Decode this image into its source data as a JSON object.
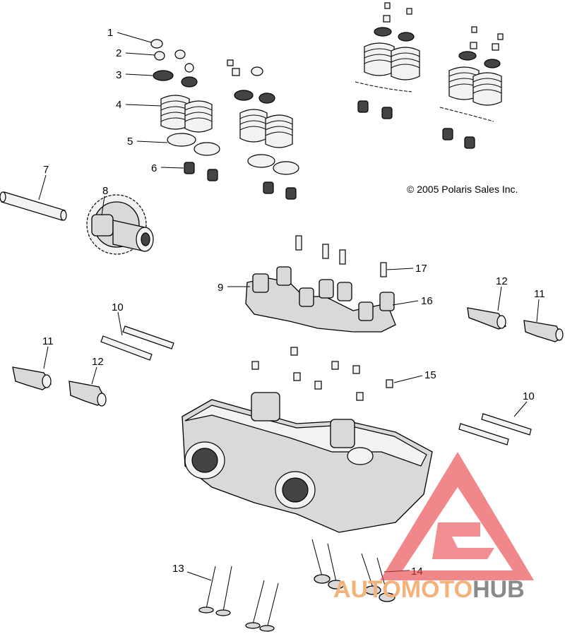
{
  "copyright": "© 2005 Polaris Sales Inc.",
  "callouts": {
    "c1": "1",
    "c2": "2",
    "c3": "3",
    "c4": "4",
    "c5": "5",
    "c6": "6",
    "c7": "7",
    "c8": "8",
    "c9": "9",
    "c10a": "10",
    "c10b": "10",
    "c11a": "11",
    "c11b": "11",
    "c12a": "12",
    "c12b": "12",
    "c13": "13",
    "c14": "14",
    "c15": "15",
    "c16": "16",
    "c17": "17"
  },
  "watermark": {
    "part1": "AUTOMOTO",
    "part2": "HUB",
    "colors": {
      "triangle": "#e8434a",
      "text_orange": "#f2b27a",
      "text_gray": "#8a8a8a"
    }
  }
}
